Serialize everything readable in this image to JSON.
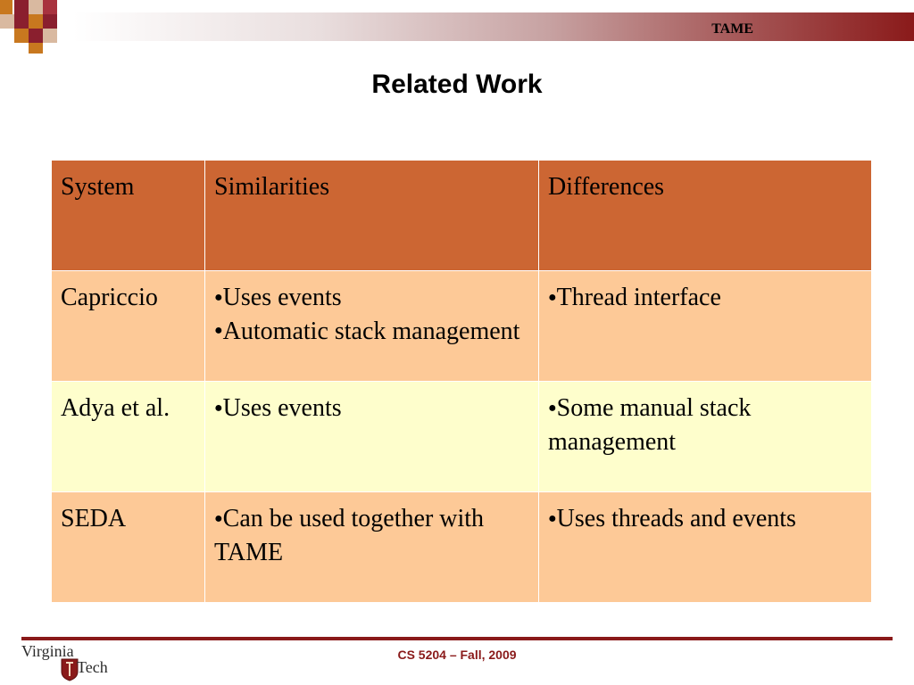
{
  "header": {
    "label": "TAME"
  },
  "slide": {
    "title": "Related Work"
  },
  "table": {
    "headers": [
      "System",
      "Similarities",
      "Differences"
    ],
    "rows": [
      {
        "system": "Capriccio",
        "similarities": [
          "Uses events",
          "Automatic stack management"
        ],
        "differences": [
          "Thread interface"
        ]
      },
      {
        "system": "Adya et al.",
        "similarities": [
          "Uses events"
        ],
        "differences": [
          "Some manual stack management"
        ]
      },
      {
        "system": "SEDA",
        "similarities": [
          "Can be used together with TAME"
        ],
        "differences": [
          "Uses threads and events"
        ]
      }
    ]
  },
  "footer": {
    "course": "CS 5204 – Fall, 2009",
    "logo_virginia": "Virginia",
    "logo_tech": "Tech"
  },
  "colors": {
    "header_row": "#cc6633",
    "row_orange": "#fdc997",
    "row_yellow": "#fefecc",
    "maroon": "#8a1a1a"
  },
  "icons": {
    "bullet": "●",
    "logo": "checker-logo-icon",
    "shield": "vt-shield-icon"
  }
}
